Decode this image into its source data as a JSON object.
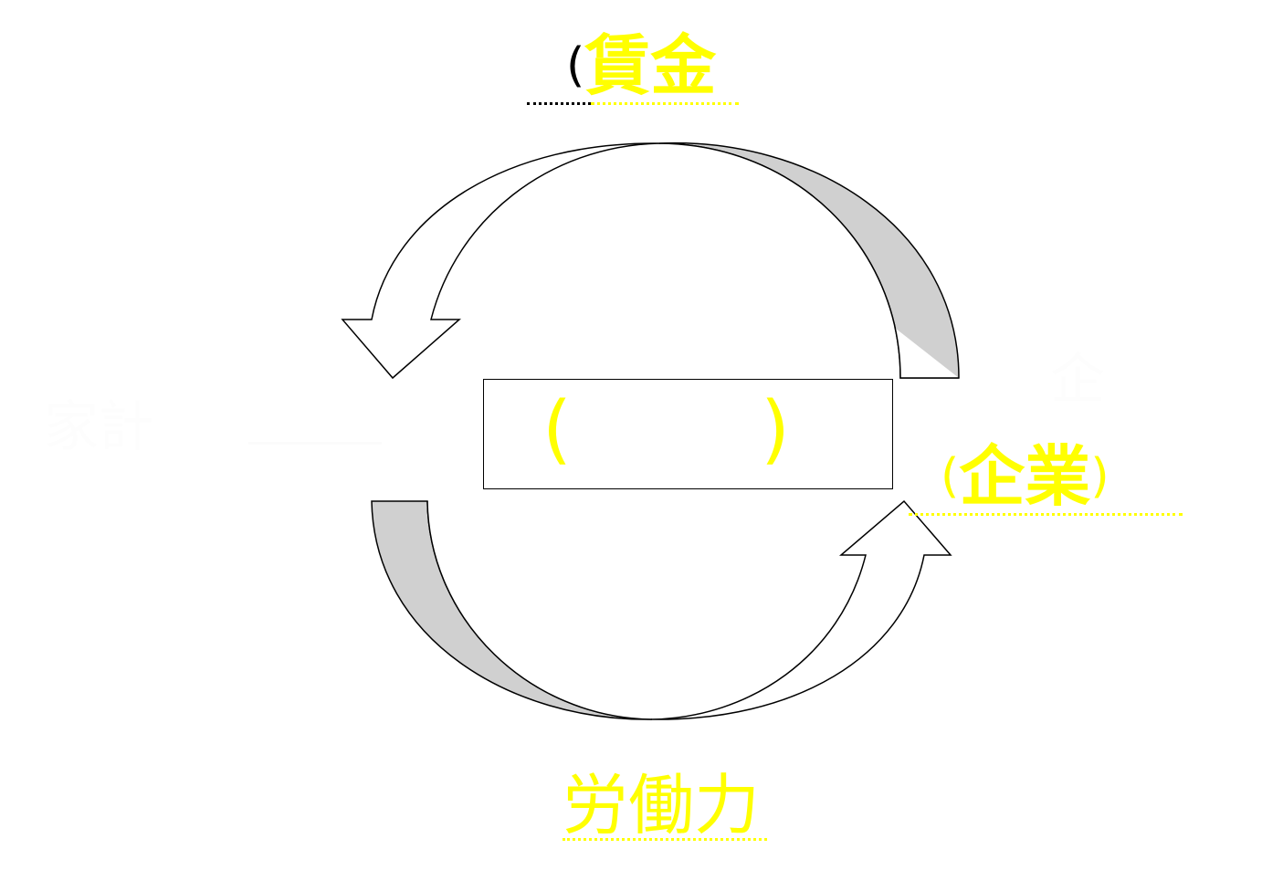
{
  "diagram": {
    "top_label": {
      "open_paren": "(",
      "text": "賃金"
    },
    "right_label": {
      "open_paren": "(",
      "text": "企業",
      "close_paren": ")"
    },
    "bottom_label": {
      "text": "労働力"
    },
    "center_box": {
      "left_paren": "(",
      "right_paren": ")"
    }
  },
  "colors": {
    "label": "#ffff00",
    "arrow_fill": "#ffffff",
    "arrow_shadow": "#d0d0d0",
    "stroke": "#000000"
  }
}
